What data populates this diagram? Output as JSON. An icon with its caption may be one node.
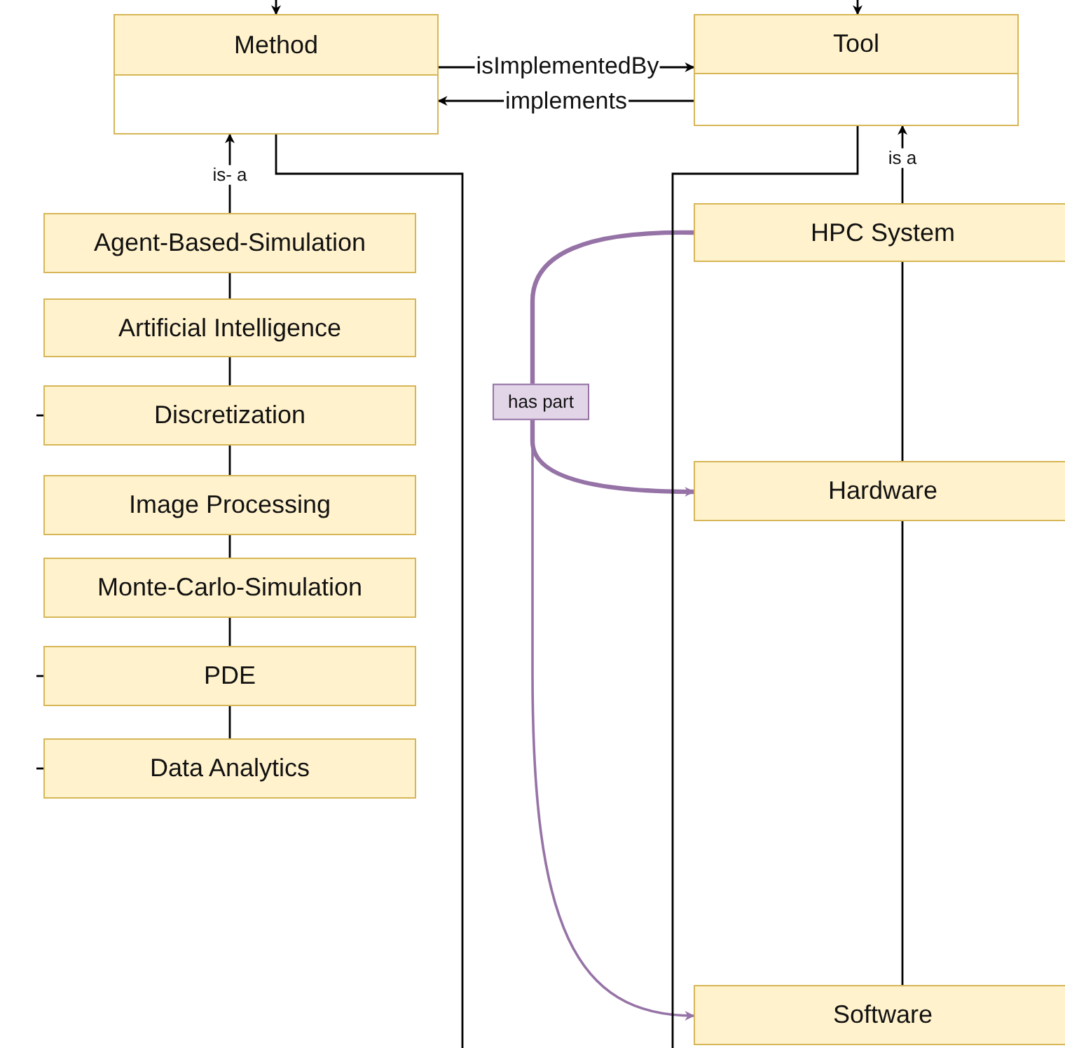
{
  "diagram": {
    "nodes": [
      {
        "text": [
          "Method"
        ]
      },
      {
        "text": [
          "Tool"
        ]
      },
      {
        "text": [
          "Agent-Based-Simulation"
        ]
      },
      {
        "text": [
          "Artificial Intelligence"
        ]
      },
      {
        "text": [
          "Discretization"
        ]
      },
      {
        "text": [
          "Image Processing"
        ]
      },
      {
        "text": [
          "Monte-Carlo-Simulation"
        ]
      },
      {
        "text": [
          "PDE"
        ]
      },
      {
        "text": [
          "Data Analytics"
        ]
      },
      {
        "text": [
          "HPC System"
        ]
      },
      {
        "text": [
          "Hardware"
        ]
      },
      {
        "text": [
          "Software"
        ]
      }
    ],
    "edges": [
      {
        "from": 0,
        "to": 1,
        "arrow": "to",
        "label": "isImplementedBy"
      },
      {
        "from": 1,
        "to": 0,
        "arrow": "to",
        "label": "implements"
      },
      {
        "from": 2,
        "to": 0,
        "arrow": "to",
        "label": "is- a"
      },
      {
        "from": 3,
        "to": 2,
        "arrow": "none"
      },
      {
        "from": 4,
        "to": 3,
        "arrow": "none"
      },
      {
        "from": 5,
        "to": 4,
        "arrow": "none"
      },
      {
        "from": 6,
        "to": 5,
        "arrow": "none"
      },
      {
        "from": 7,
        "to": 6,
        "arrow": "none"
      },
      {
        "from": 8,
        "to": 7,
        "arrow": "none"
      },
      {
        "from": 9,
        "to": 1,
        "arrow": "to",
        "label": "is a"
      },
      {
        "from": 10,
        "to": 9,
        "arrow": "none"
      },
      {
        "from": 11,
        "to": 10,
        "arrow": "none"
      },
      {
        "from": 9,
        "to": 10,
        "arrow": "to",
        "label": "has part",
        "style": "thick",
        "color": "#9673a6"
      },
      {
        "from": 9,
        "to": 11,
        "arrow": "to",
        "color": "#9673a6"
      },
      {
        "from": 0,
        "to": null,
        "arrow": "none"
      },
      {
        "from": 1,
        "to": null,
        "arrow": "none"
      },
      {
        "from": null,
        "to": 0,
        "arrow": "to"
      },
      {
        "from": null,
        "to": 1,
        "arrow": "to"
      },
      {
        "from": null,
        "to": 4,
        "arrow": "none"
      },
      {
        "from": null,
        "to": 7,
        "arrow": "none"
      },
      {
        "from": null,
        "to": 8,
        "arrow": "none"
      }
    ]
  }
}
